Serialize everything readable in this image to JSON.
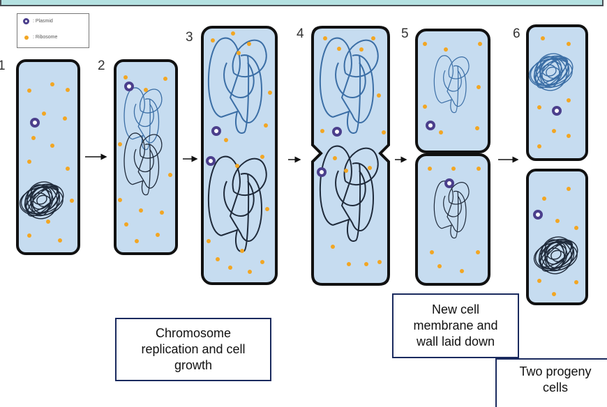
{
  "legend": {
    "plasmid_label": ": Plasmid",
    "ribosome_label": ": Ribosome"
  },
  "colors": {
    "cytoplasm": "#c6dcf0",
    "cell_wall": "#111111",
    "ribosome": "#f2a623",
    "plasmid": "#4b3f8c",
    "new_chromosome": "#3b6ea5",
    "old_chromosome": "#1f2a3a",
    "caption_border": "#1a2a5e"
  },
  "stages": [
    {
      "number": "1",
      "description": "Parent cell with coiled chromosome and plasmid"
    },
    {
      "number": "2",
      "description": "Chromosome begins replicating"
    },
    {
      "number": "3",
      "description": "Cell elongates with two chromosomes"
    },
    {
      "number": "4",
      "description": "Septum begins pinching"
    },
    {
      "number": "5",
      "description": "Septum formed"
    },
    {
      "number": "6",
      "description": "Two separated cells"
    }
  ],
  "captions": {
    "replication": [
      "Chromosome",
      "replication and cell",
      "growth"
    ],
    "membrane": [
      "New cell",
      "membrane and",
      "wall laid down"
    ],
    "progeny": [
      "Two progeny",
      "cells"
    ]
  }
}
